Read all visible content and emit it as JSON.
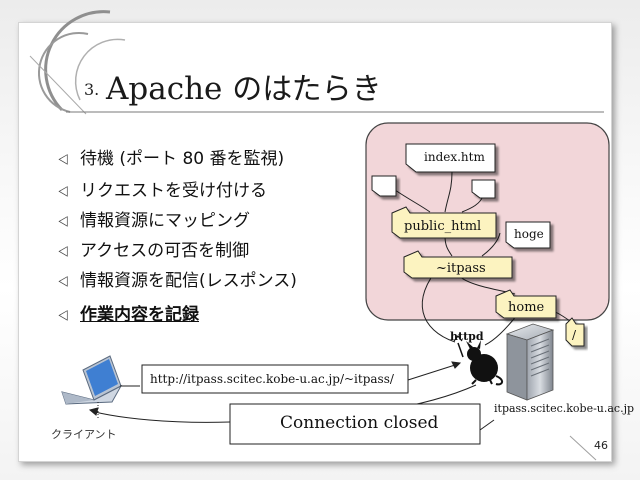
{
  "slide": {
    "number": "3.",
    "title_latin": "Apache",
    "title_ja": "のはたらき",
    "page": "46"
  },
  "bullets": [
    {
      "text": "待機 (ポート 80 番を監視)",
      "emphasis": false
    },
    {
      "text": "リクエストを受け付ける",
      "emphasis": false
    },
    {
      "text": "情報資源にマッピング",
      "emphasis": false
    },
    {
      "text": "アクセスの可否を制御",
      "emphasis": false
    },
    {
      "text": "情報資源を配信(レスポンス)",
      "emphasis": false
    },
    {
      "text": "作業内容を記録",
      "emphasis": true
    }
  ],
  "diagram": {
    "files": {
      "index": "index.htm",
      "public_html": "public_html",
      "hoge": "hoge",
      "itpass": "~itpass",
      "home": "home",
      "root": "/"
    },
    "daemon": "httpd",
    "server_host": "itpass.scitec.kobe-u.ac.jp",
    "request_url": "http://itpass.scitec.kobe-u.ac.jp/~itpass/",
    "response_text": "Connection closed",
    "client_label": "クライアント"
  },
  "colors": {
    "tree_panel_fill": "#f2d6d9",
    "folder_fill": "#fcf3c0",
    "paper_fill": "#ffffff"
  }
}
